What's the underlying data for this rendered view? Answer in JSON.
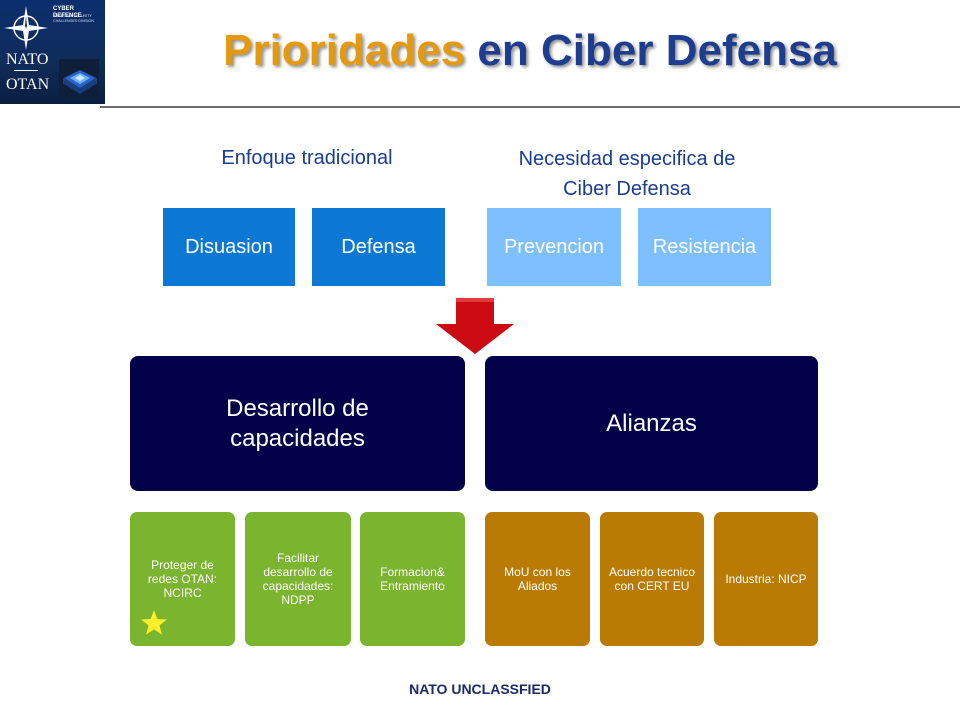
{
  "header": {
    "logo": {
      "nato": "NATO",
      "otan": "OTAN",
      "division_title": "CYBER DEFENCE",
      "division_subtitle": "EMERGING SECURITY CHALLENGES DIVISION"
    },
    "title_word1": "Prioridades",
    "title_rest": " en Ciber Defensa",
    "colors": {
      "title_accent": "#e39a10",
      "title_main": "#1f3d8f"
    }
  },
  "sections": {
    "traditional_heading": "Enfoque tradicional",
    "specific_heading": "Necesidad especifica de Ciber Defensa"
  },
  "boxes": [
    "Disuasion",
    "Defensa",
    "Prevencion",
    "Resistencia"
  ],
  "box_colors": {
    "traditional": "#0b79d4",
    "specific": "#7ec0ff"
  },
  "arrow_icon": "down-arrow-icon",
  "main_blocks": [
    "Desarrollo de capacidades",
    "Alianzas"
  ],
  "sub_blocks_left": [
    "Proteger de redes OTAN: NCIRC",
    "Facilitar desarrollo de capacidades: NDPP",
    "Formacion& Entramiento"
  ],
  "sub_blocks_right": [
    "MoU con los Aliados",
    "Acuerdo tecnico con CERT EU",
    "Industria: NICP"
  ],
  "star_icon": "star-icon",
  "footer": "NATO UNCLASSFIED"
}
